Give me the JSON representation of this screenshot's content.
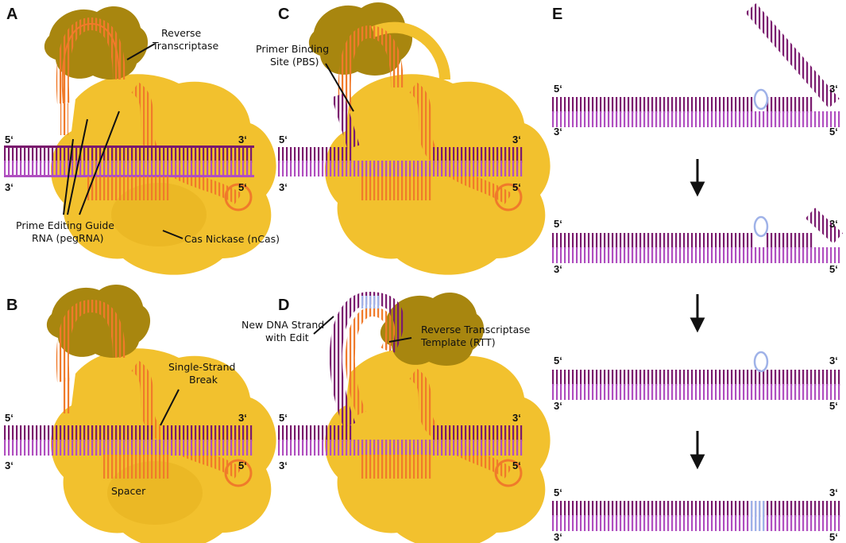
{
  "panels": {
    "A": {
      "letter": "A",
      "labels": {
        "reverse_transcriptase_1": "Reverse",
        "reverse_transcriptase_2": "Transcriptase",
        "pegrna_1": "Prime Editing Guide",
        "pegrna_2": "RNA (pegRNA)",
        "cas_nickase": "Cas Nickase (nCas)"
      },
      "ends": {
        "top_left": "5‘",
        "top_right": "3‘",
        "bottom_left": "3‘",
        "bottom_right": "5‘"
      }
    },
    "B": {
      "letter": "B",
      "labels": {
        "single_strand_1": "Single-Strand",
        "single_strand_2": "Break",
        "spacer": "Spacer"
      },
      "ends": {
        "top_left": "5‘",
        "top_right": "3‘",
        "bottom_left": "3‘",
        "bottom_right": "5‘"
      }
    },
    "C": {
      "letter": "C",
      "labels": {
        "pbs_1": "Primer Binding",
        "pbs_2": "Site (PBS)"
      },
      "ends": {
        "top_left": "5‘",
        "top_right": "3‘",
        "bottom_left": "3‘",
        "bottom_right": "5‘"
      }
    },
    "D": {
      "letter": "D",
      "labels": {
        "new_dna_1": "New DNA Strand",
        "new_dna_2": "with Edit",
        "rtt_1": "Reverse Transcriptase",
        "rtt_2": "Template (RTT)"
      },
      "ends": {
        "top_left": "5‘",
        "top_right": "3‘",
        "bottom_left": "3‘",
        "bottom_right": "5‘"
      }
    },
    "E": {
      "letter": "E",
      "steps": [
        {
          "top_left": "5‘",
          "top_right": "3‘",
          "bottom_left": "3‘",
          "bottom_right": "5‘"
        },
        {
          "top_left": "5‘",
          "top_right": "3‘",
          "bottom_left": "3‘",
          "bottom_right": "5‘"
        },
        {
          "top_left": "5‘",
          "top_right": "3‘",
          "bottom_left": "3‘",
          "bottom_right": "5‘"
        },
        {
          "top_left": "5‘",
          "top_right": "3‘",
          "bottom_left": "3‘",
          "bottom_right": "5‘"
        }
      ]
    }
  },
  "colors": {
    "cas_yellow": "#f2c12e",
    "cas_yellow_dark": "#e6b31f",
    "rt_olive": "#a8860f",
    "dna_dark_purple": "#7a1a6e",
    "dna_light_purple": "#b04fc0",
    "rna_orange": "#f07a2a",
    "edit_blue": "#9fb2e8"
  }
}
